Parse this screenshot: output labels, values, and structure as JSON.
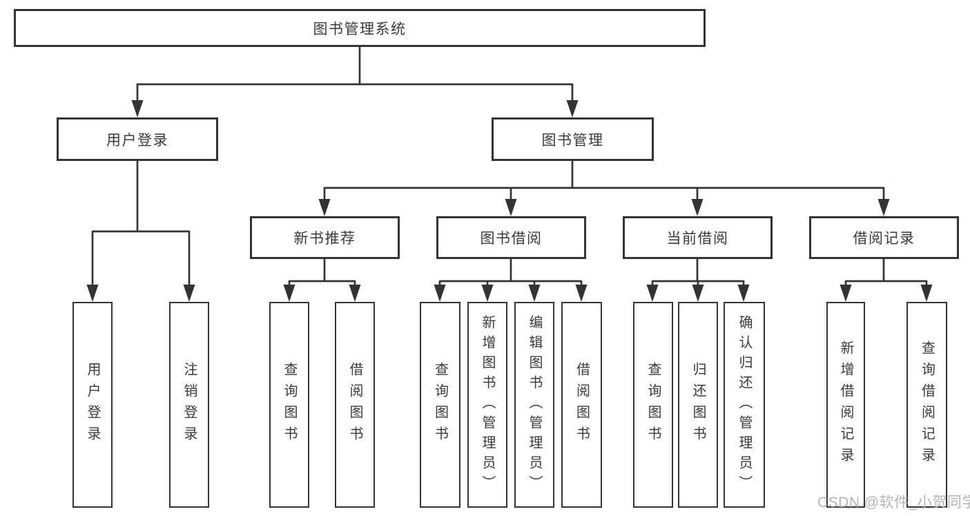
{
  "diagram": {
    "type": "hierarchy-chart",
    "colors": {
      "line": "#333333",
      "box_border": "#333333",
      "text": "#3a3a3a",
      "background": "#ffffff",
      "watermark": "#b0b0b0"
    },
    "root": {
      "label": "图书管理系统"
    },
    "branches": [
      {
        "label": "用户登录",
        "children": [
          {
            "label": "用户登录"
          },
          {
            "label": "注销登录"
          }
        ]
      },
      {
        "label": "图书管理",
        "children": [
          {
            "label": "新书推荐",
            "children": [
              {
                "label": "查询图书"
              },
              {
                "label": "借阅图书"
              }
            ]
          },
          {
            "label": "图书借阅",
            "children": [
              {
                "label": "查询图书"
              },
              {
                "label": "新增图书（管理员）"
              },
              {
                "label": "编辑图书（管理员）"
              },
              {
                "label": "借阅图书"
              }
            ]
          },
          {
            "label": "当前借阅",
            "children": [
              {
                "label": "查询图书"
              },
              {
                "label": "归还图书"
              },
              {
                "label": "确认归还（管理员）"
              }
            ]
          },
          {
            "label": "借阅记录",
            "children": [
              {
                "label": "新增借阅记录"
              },
              {
                "label": "查询借阅记录"
              }
            ]
          }
        ]
      }
    ],
    "watermark": "CSDN @软件_小贺同学"
  }
}
